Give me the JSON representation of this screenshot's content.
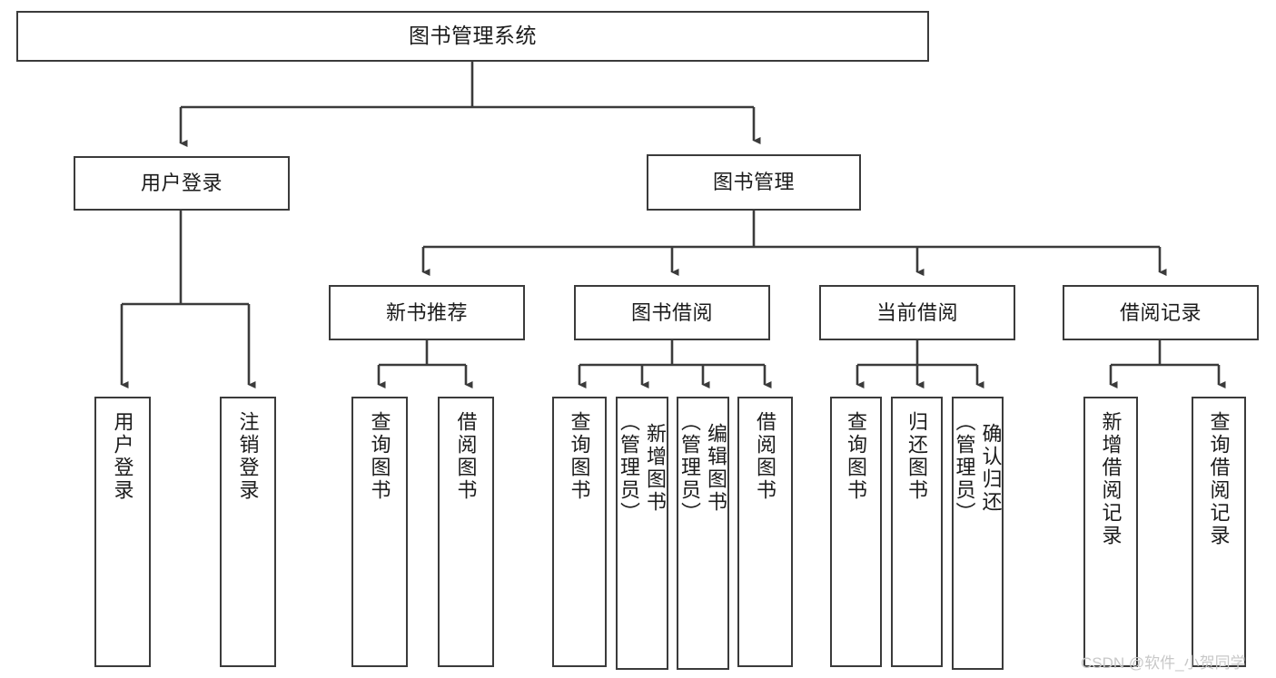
{
  "diagram": {
    "title": "图书管理系统",
    "type": "hierarchy-tree",
    "orientation": "top-down",
    "colors": {
      "stroke": "#3b3b3b",
      "fill": "#ffffff",
      "text": "#1b1b1b",
      "watermark": "#c8c8c8"
    },
    "root": {
      "label": "图书管理系统"
    },
    "level1": [
      {
        "label": "用户登录"
      },
      {
        "label": "图书管理"
      }
    ],
    "level2": [
      {
        "label": "新书推荐"
      },
      {
        "label": "图书借阅"
      },
      {
        "label": "当前借阅"
      },
      {
        "label": "借阅记录"
      }
    ],
    "leaves": {
      "user_login": [
        {
          "label": "用户登录"
        },
        {
          "label": "注销登录"
        }
      ],
      "new_book_recommend": [
        {
          "label": "查询图书"
        },
        {
          "label": "借阅图书"
        }
      ],
      "book_borrow": [
        {
          "label": "查询图书"
        },
        {
          "label": "新增图书\n（管理员）"
        },
        {
          "label": "编辑图书\n（管理员）"
        },
        {
          "label": "借阅图书"
        }
      ],
      "current_borrow": [
        {
          "label": "查询图书"
        },
        {
          "label": "归还图书"
        },
        {
          "label": "确认归还\n（管理员）"
        }
      ],
      "borrow_record": [
        {
          "label": "新增借阅记录"
        },
        {
          "label": "查询借阅记录"
        }
      ]
    }
  },
  "watermark": {
    "text": "CSDN @软件_小贺同学"
  }
}
